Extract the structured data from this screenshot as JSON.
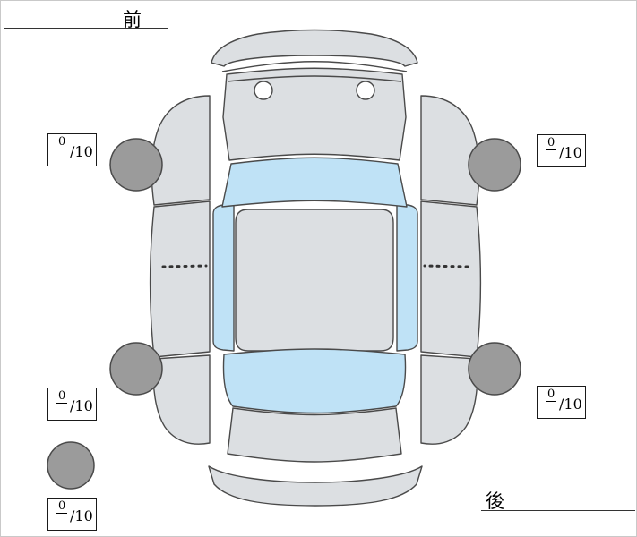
{
  "labels": {
    "front": "前",
    "rear": "後"
  },
  "score_boxes": [
    {
      "id": "front-left",
      "value": "0",
      "max": "/10"
    },
    {
      "id": "front-right",
      "value": "0",
      "max": "/10"
    },
    {
      "id": "rear-left",
      "value": "0",
      "max": "/10"
    },
    {
      "id": "rear-right",
      "value": "0",
      "max": "/10"
    },
    {
      "id": "spare",
      "value": "0",
      "max": "/10"
    }
  ],
  "colors": {
    "background": "#ffffff",
    "car_body": "#dcdfe2",
    "glass": "#bfe2f6",
    "wheel": "#9b9b9b",
    "outline": "#4a4a4a",
    "text": "#000000"
  }
}
